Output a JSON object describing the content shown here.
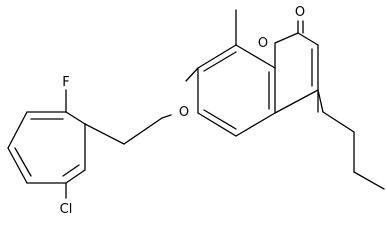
{
  "figure": {
    "type": "skeletal chemical structure",
    "background_color": "#ffffff",
    "line_color": "#000000",
    "atom_labels": {
      "carbonyl_oxygen": "O",
      "ring_oxygen": "O",
      "ether_oxygen": "O",
      "fluorine": "F",
      "chlorine": "Cl"
    }
  }
}
